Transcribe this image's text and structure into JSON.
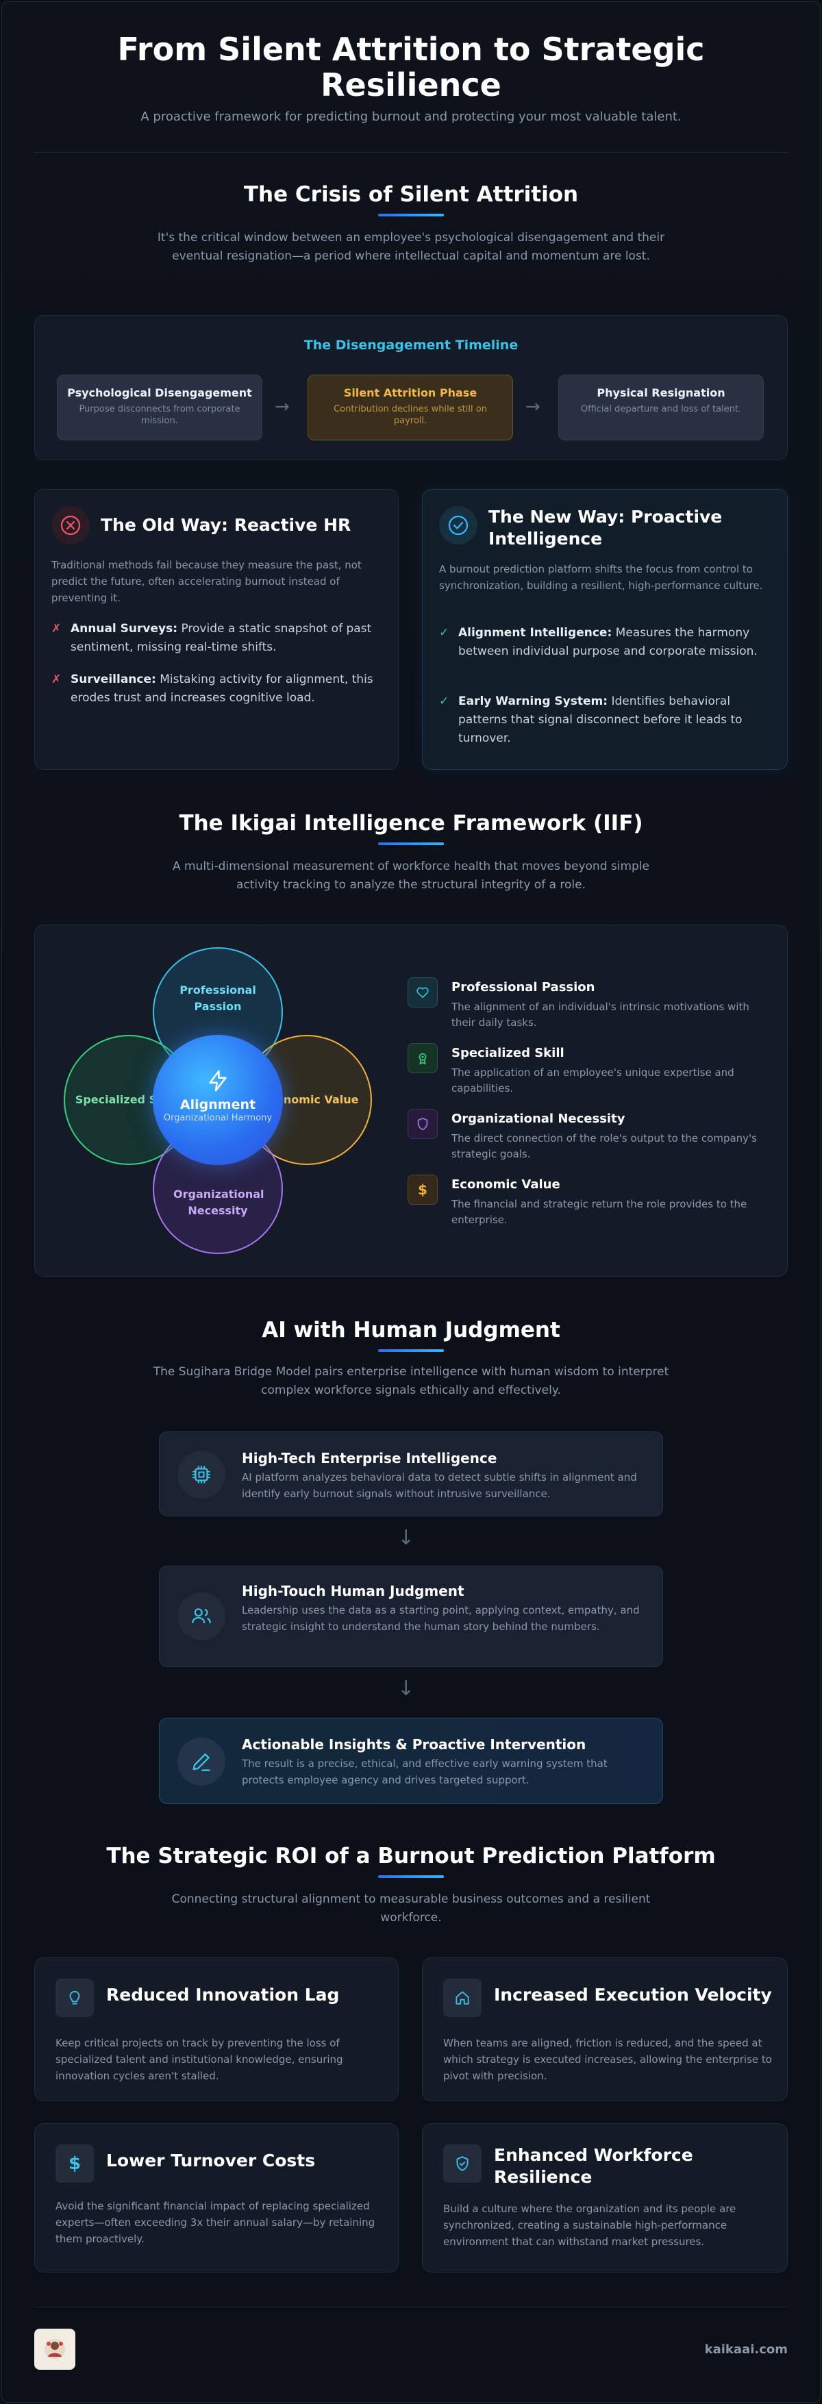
{
  "hero": {
    "title": "From Silent Attrition to Strategic Resilience",
    "subtitle": "A proactive framework for predicting burnout and protecting your most valuable talent."
  },
  "crisis": {
    "title": "The Crisis of Silent Attrition",
    "description": "It's the critical window between an employee's psychological disengagement and their eventual resignation—a period where intellectual capital and momentum are lost.",
    "timeline": {
      "title": "The Disengagement Timeline",
      "steps": [
        {
          "title": "Psychological Disengagement",
          "desc": "Purpose disconnects from corporate mission."
        },
        {
          "title": "Silent Attrition Phase",
          "desc": "Contribution declines while still on payroll."
        },
        {
          "title": "Physical Resignation",
          "desc": "Official departure and loss of talent."
        }
      ]
    }
  },
  "old_way": {
    "icon": "x-circle-icon",
    "title": "The Old Way: Reactive HR",
    "description": "Traditional methods fail because they measure the past, not predict the future, often accelerating burnout instead of preventing it.",
    "items": [
      {
        "label": "Annual Surveys:",
        "text": "Provide a static snapshot of past sentiment, missing real-time shifts."
      },
      {
        "label": "Surveillance:",
        "text": "Mistaking activity for alignment, this erodes trust and increases cognitive load."
      }
    ]
  },
  "new_way": {
    "icon": "check-circle-icon",
    "title": "The New Way: Proactive Intelligence",
    "description": "A burnout prediction platform shifts the focus from control to synchronization, building a resilient, high-performance culture.",
    "items": [
      {
        "label": "Alignment Intelligence:",
        "text": "Measures the harmony between individual purpose and corporate mission."
      },
      {
        "label": "Early Warning System:",
        "text": "Identifies behavioral patterns that signal disconnect before it leads to turnover."
      }
    ]
  },
  "ikigai": {
    "title": "The Ikigai Intelligence Framework (IIF)",
    "description": "A multi-dimensional measurement of workforce health that moves beyond simple activity tracking to analyze the structural integrity of a role.",
    "circles": {
      "top": "Professional Passion",
      "left": "Specialized Skill",
      "right": "Economic Value",
      "bottom": "Organizational Necessity",
      "center_title": "Alignment",
      "center_sub": "Organizational Harmony"
    },
    "items": [
      {
        "icon": "heart-icon",
        "title": "Professional Passion",
        "desc": "The alignment of an individual's intrinsic motivations with their daily tasks."
      },
      {
        "icon": "skill-icon",
        "title": "Specialized Skill",
        "desc": "The application of an employee's unique expertise and capabilities."
      },
      {
        "icon": "shield-icon",
        "title": "Organizational Necessity",
        "desc": "The direct connection of the role's output to the company's strategic goals."
      },
      {
        "icon": "dollar-icon",
        "title": "Economic Value",
        "desc": "The financial and strategic return the role provides to the enterprise."
      }
    ]
  },
  "ai": {
    "title": "AI with Human Judgment",
    "description": "The Sugihara Bridge Model pairs enterprise intelligence with human wisdom to interpret complex workforce signals ethically and effectively.",
    "steps": [
      {
        "icon": "cpu-icon",
        "title": "High-Tech Enterprise Intelligence",
        "desc": "AI platform analyzes behavioral data to detect subtle shifts in alignment and identify early burnout signals without intrusive surveillance."
      },
      {
        "icon": "users-icon",
        "title": "High-Touch Human Judgment",
        "desc": "Leadership uses the data as a starting point, applying context, empathy, and strategic insight to understand the human story behind the numbers."
      },
      {
        "icon": "pen-icon",
        "title": "Actionable Insights & Proactive Intervention",
        "desc": "The result is a precise, ethical, and effective early warning system that protects employee agency and drives targeted support."
      }
    ]
  },
  "roi": {
    "title": "The Strategic ROI of a Burnout Prediction Platform",
    "description": "Connecting structural alignment to measurable business outcomes and a resilient workforce.",
    "cards": [
      {
        "icon": "lightbulb-icon",
        "title": "Reduced Innovation Lag",
        "desc": "Keep critical projects on track by preventing the loss of specialized talent and institutional knowledge, ensuring innovation cycles aren't stalled."
      },
      {
        "icon": "home-icon",
        "title": "Increased Execution Velocity",
        "desc": "When teams are aligned, friction is reduced, and the speed at which strategy is executed increases, allowing the enterprise to pivot with precision."
      },
      {
        "icon": "dollar-icon",
        "title": "Lower Turnover Costs",
        "desc": "Avoid the significant financial impact of replacing specialized experts—often exceeding 3x their annual salary—by retaining them proactively."
      },
      {
        "icon": "shield-check-icon",
        "title": "Enhanced Workforce Resilience",
        "desc": "Build a culture where the organization and its people are synchronized, creating a sustainable high-performance environment that can withstand market pressures."
      }
    ]
  },
  "footer": {
    "domain": "kaikaai.com"
  },
  "colors": {
    "accent": "#35b6ff",
    "danger": "#f0556a",
    "success": "#2fc9a0",
    "warning": "#f2b13c"
  }
}
